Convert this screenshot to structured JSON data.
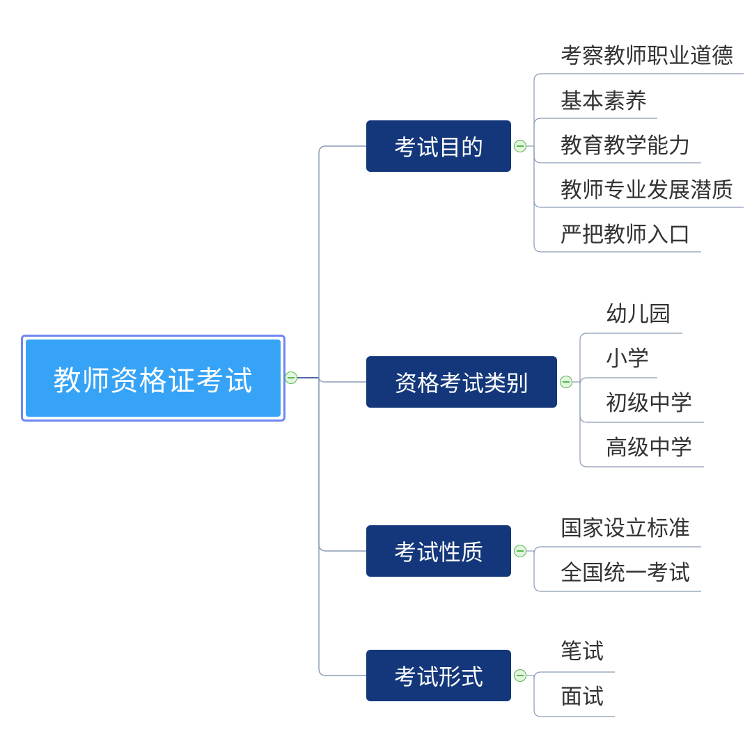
{
  "root": {
    "label": "教师资格证考试"
  },
  "branches": [
    {
      "label": "考试目的",
      "children": [
        "考察教师职业道德",
        "基本素养",
        "教育教学能力",
        "教师专业发展潜质",
        "严把教师入口"
      ]
    },
    {
      "label": "资格考试类别",
      "children": [
        "幼儿园",
        "小学",
        "初级中学",
        "高级中学"
      ]
    },
    {
      "label": "考试性质",
      "children": [
        "国家设立标准",
        "全国统一考试"
      ]
    },
    {
      "label": "考试形式",
      "children": [
        "笔试",
        "面试"
      ]
    }
  ],
  "colors": {
    "root_fill": "#36a3f7",
    "root_border": "#6f86f2",
    "branch_fill": "#13377a",
    "line": "#8a9bb5",
    "toggle": "#5ab552"
  }
}
